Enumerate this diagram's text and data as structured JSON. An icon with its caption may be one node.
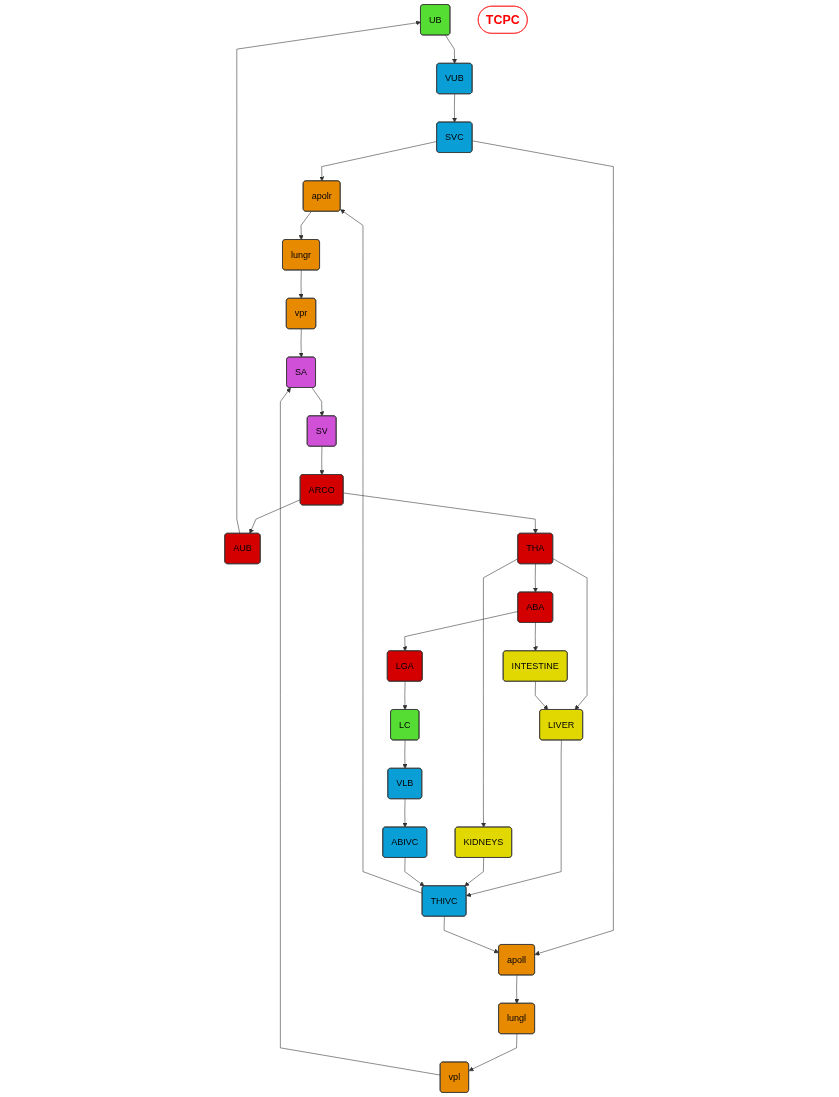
{
  "diagram": {
    "nodes": [
      {
        "text": [
          "UB"
        ]
      },
      {
        "text": [
          "VUB"
        ]
      },
      {
        "text": [
          "vpr"
        ]
      },
      {
        "text": [
          "vpl"
        ]
      },
      {
        "text": [
          "SVC"
        ]
      },
      {
        "text": [
          "lungr"
        ]
      },
      {
        "text": [
          "lungl"
        ]
      },
      {
        "text": [
          "AUB"
        ]
      },
      {
        "text": [
          "apolr"
        ]
      },
      {
        "text": [
          "apoll"
        ]
      },
      {
        "text": [
          "SA"
        ]
      },
      {
        "text": [
          "TCPC"
        ]
      },
      {
        "text": [
          "SV"
        ]
      },
      {
        "text": [
          "ARCO"
        ]
      },
      {
        "text": [
          "THIVC"
        ]
      },
      {
        "text": [
          "THA"
        ]
      },
      {
        "text": [
          "LIVER"
        ]
      },
      {
        "text": [
          "KIDNEYS"
        ]
      },
      {
        "text": [
          "ABIVC"
        ]
      },
      {
        "text": [
          "ABA"
        ]
      },
      {
        "text": [
          "INTESTINE"
        ]
      },
      {
        "text": [
          "VLB"
        ]
      },
      {
        "text": [
          "LGA"
        ]
      },
      {
        "text": [
          "LC"
        ]
      }
    ],
    "edges": [
      {
        "from": 0,
        "to": 1,
        "arrow": "to"
      },
      {
        "from": 1,
        "to": 4,
        "arrow": "to"
      },
      {
        "from": 4,
        "to": 8,
        "arrow": "to"
      },
      {
        "from": 4,
        "to": 9,
        "arrow": "to"
      },
      {
        "from": 14,
        "to": 8,
        "arrow": "to"
      },
      {
        "from": 14,
        "to": 9,
        "arrow": "to"
      },
      {
        "from": 8,
        "to": 5,
        "arrow": "to"
      },
      {
        "from": 5,
        "to": 2,
        "arrow": "to"
      },
      {
        "from": 9,
        "to": 6,
        "arrow": "to"
      },
      {
        "from": 6,
        "to": 3,
        "arrow": "to"
      },
      {
        "from": 2,
        "to": 10,
        "arrow": "to"
      },
      {
        "from": 3,
        "to": 10,
        "arrow": "to"
      },
      {
        "from": 10,
        "to": 12,
        "arrow": "to"
      },
      {
        "from": 12,
        "to": 13,
        "arrow": "to"
      },
      {
        "from": 13,
        "to": 7,
        "arrow": "to"
      },
      {
        "from": 7,
        "to": 0,
        "arrow": "to"
      },
      {
        "from": 13,
        "to": 15,
        "arrow": "to"
      },
      {
        "from": 15,
        "to": 16,
        "arrow": "to"
      },
      {
        "from": 15,
        "to": 17,
        "arrow": "to"
      },
      {
        "from": 16,
        "to": 14,
        "arrow": "to"
      },
      {
        "from": 17,
        "to": 14,
        "arrow": "to"
      },
      {
        "from": 15,
        "to": 19,
        "arrow": "to"
      },
      {
        "from": 19,
        "to": 20,
        "arrow": "to"
      },
      {
        "from": 20,
        "to": 16,
        "arrow": "to"
      },
      {
        "from": 19,
        "to": 22,
        "arrow": "to"
      },
      {
        "from": 22,
        "to": 23,
        "arrow": "to"
      },
      {
        "from": 23,
        "to": 21,
        "arrow": "to"
      },
      {
        "from": 21,
        "to": 18,
        "arrow": "to"
      },
      {
        "from": 18,
        "to": 14,
        "arrow": "to"
      }
    ]
  }
}
